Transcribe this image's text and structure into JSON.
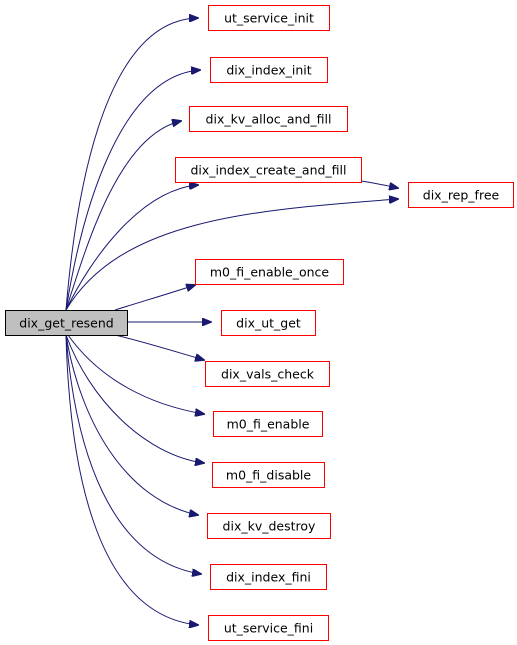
{
  "graph": {
    "root": {
      "id": "dix_get_resend",
      "label": "dix_get_resend"
    },
    "nodes": [
      {
        "id": "ut_service_init",
        "label": "ut_service_init"
      },
      {
        "id": "dix_index_init",
        "label": "dix_index_init"
      },
      {
        "id": "dix_kv_alloc_and_fill",
        "label": "dix_kv_alloc_and_fill"
      },
      {
        "id": "dix_index_create_and_fill",
        "label": "dix_index_create_and_fill"
      },
      {
        "id": "dix_rep_free",
        "label": "dix_rep_free"
      },
      {
        "id": "m0_fi_enable_once",
        "label": "m0_fi_enable_once"
      },
      {
        "id": "dix_ut_get",
        "label": "dix_ut_get"
      },
      {
        "id": "dix_vals_check",
        "label": "dix_vals_check"
      },
      {
        "id": "m0_fi_enable",
        "label": "m0_fi_enable"
      },
      {
        "id": "m0_fi_disable",
        "label": "m0_fi_disable"
      },
      {
        "id": "dix_kv_destroy",
        "label": "dix_kv_destroy"
      },
      {
        "id": "dix_index_fini",
        "label": "dix_index_fini"
      },
      {
        "id": "ut_service_fini",
        "label": "ut_service_fini"
      }
    ],
    "edges": [
      [
        "dix_get_resend",
        "ut_service_init"
      ],
      [
        "dix_get_resend",
        "dix_index_init"
      ],
      [
        "dix_get_resend",
        "dix_kv_alloc_and_fill"
      ],
      [
        "dix_get_resend",
        "dix_index_create_and_fill"
      ],
      [
        "dix_get_resend",
        "dix_rep_free"
      ],
      [
        "dix_index_create_and_fill",
        "dix_rep_free"
      ],
      [
        "dix_get_resend",
        "m0_fi_enable_once"
      ],
      [
        "dix_get_resend",
        "dix_ut_get"
      ],
      [
        "dix_get_resend",
        "dix_vals_check"
      ],
      [
        "dix_get_resend",
        "m0_fi_enable"
      ],
      [
        "dix_get_resend",
        "m0_fi_disable"
      ],
      [
        "dix_get_resend",
        "dix_kv_destroy"
      ],
      [
        "dix_get_resend",
        "dix_index_fini"
      ],
      [
        "dix_get_resend",
        "ut_service_fini"
      ]
    ]
  },
  "colors": {
    "root_fill": "#bfbfbf",
    "root_border": "#000000",
    "node_border": "#ff0000",
    "edge": "#191970"
  }
}
